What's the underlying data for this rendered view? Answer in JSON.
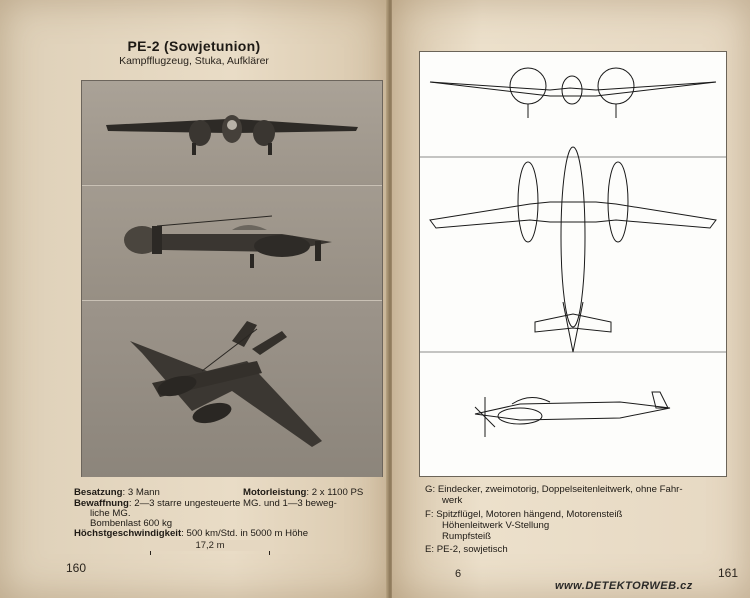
{
  "left_page": {
    "title": "PE-2 (Sowjetunion)",
    "subtitle": "Kampfflugzeug, Stuka, Aufklärer",
    "specs": {
      "crew_label": "Besatzung",
      "crew_value": ": 3 Mann",
      "engine_label": "Motorleistung",
      "engine_value": ": 2 x 1100 PS",
      "armament_label": "Bewaffnung",
      "armament_value_1": ": 2—3 starre ungesteuerte MG. und 1—3 beweg-",
      "armament_value_2": "liche MG.",
      "bombload": "Bombenlast 600 kg",
      "speed_label": "Höchstgeschwindigkeit",
      "speed_value": ": 500 km/Std. in 5000 m Höhe"
    },
    "wingspan": "17,2 m",
    "page_number": "160"
  },
  "right_page": {
    "key": {
      "g_label": "G:",
      "g_text_1": "Eindecker, zweimotorig, Doppelseitenleitwerk, ohne Fahr-",
      "g_text_2": "werk",
      "f_label": "F:",
      "f_text_1": "Spitzflügel, Motoren hängend, Motorensteiß",
      "f_text_2": "Höhenleitwerk V-Stellung",
      "f_text_3": "Rumpfsteiß",
      "e_label": "E:",
      "e_text": "PE-2, sowjetisch"
    },
    "page_marker": "6",
    "page_number": "161"
  },
  "watermark": "www.DETEKTORWEB.cz"
}
